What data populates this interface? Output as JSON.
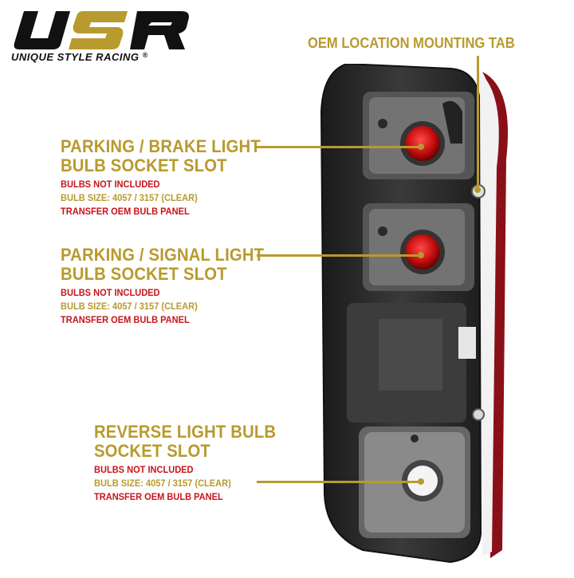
{
  "brand": {
    "logo_letters": "USR",
    "name": "UNIQUE STYLE RACING",
    "registered_mark": "®"
  },
  "annotations": {
    "mounting_tab": "OEM LOCATION MOUNTING TAB",
    "brake": {
      "title_line1": "PARKING / BRAKE LIGHT",
      "title_line2": "BULB SOCKET SLOT",
      "note": "BULBS NOT INCLUDED",
      "bulb_size": "BULB SIZE: 4057 / 3157 (CLEAR)",
      "transfer": "TRANSFER OEM BULB PANEL"
    },
    "signal": {
      "title_line1": "PARKING / SIGNAL LIGHT",
      "title_line2": "BULB SOCKET SLOT",
      "note": "BULBS NOT INCLUDED",
      "bulb_size": "BULB SIZE: 4057 / 3157 (CLEAR)",
      "transfer": "TRANSFER OEM BULB PANEL"
    },
    "reverse": {
      "title_line1": "REVERSE LIGHT BULB",
      "title_line2": "SOCKET SLOT",
      "note": "BULBS NOT INCLUDED",
      "bulb_size": "BULB SIZE: 4057 / 3157 (CLEAR)",
      "transfer": "TRANSFER OEM BULB PANEL"
    }
  },
  "colors": {
    "gold": "#b89a2e",
    "red": "#c8131a",
    "housing": "#2a2a2a"
  }
}
